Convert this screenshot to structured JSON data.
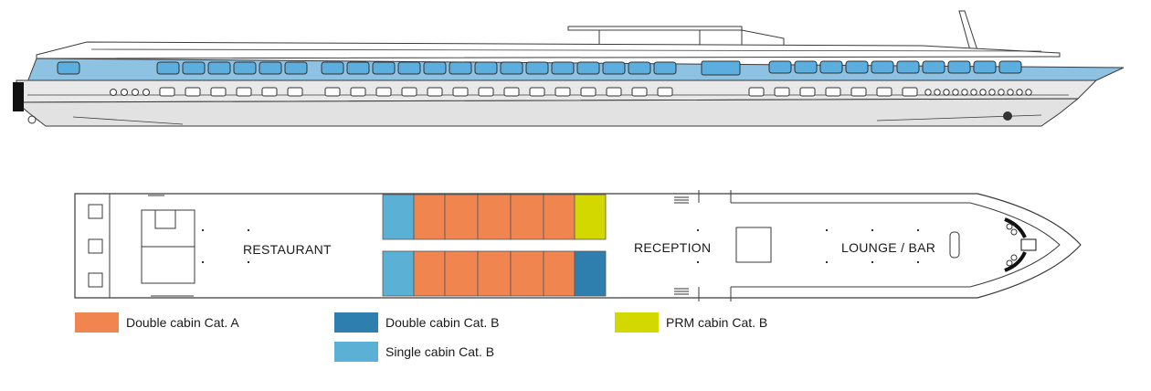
{
  "colors": {
    "double_cabin_cat_a": "#F08550",
    "double_cabin_cat_b": "#2E7FAE",
    "prm_cabin_cat_b": "#D3D800",
    "single_cabin_cat_b": "#5AB0D5",
    "hull_blue": "#8EC2E2",
    "window_blue": "#5BAEDD",
    "outline": "#3a3a3a"
  },
  "deck_plan": {
    "restaurant_label": "RESTAURANT",
    "reception_label": "RECEPTION",
    "lounge_label": "LOUNGE / BAR"
  },
  "legend": [
    {
      "label": "Double cabin Cat. A",
      "color_key": "double_cabin_cat_a"
    },
    {
      "label": "Double cabin Cat. B",
      "color_key": "double_cabin_cat_b"
    },
    {
      "label": "PRM cabin Cat. B",
      "color_key": "prm_cabin_cat_b"
    },
    {
      "label": "Single cabin Cat. B",
      "color_key": "single_cabin_cat_b"
    }
  ],
  "cabins": {
    "top_row": [
      "single_cabin_cat_b",
      "double_cabin_cat_a",
      "double_cabin_cat_a",
      "double_cabin_cat_a",
      "double_cabin_cat_a",
      "double_cabin_cat_a",
      "prm_cabin_cat_b"
    ],
    "bottom_row": [
      "single_cabin_cat_b",
      "double_cabin_cat_a",
      "double_cabin_cat_a",
      "double_cabin_cat_a",
      "double_cabin_cat_a",
      "double_cabin_cat_a",
      "double_cabin_cat_b"
    ]
  }
}
